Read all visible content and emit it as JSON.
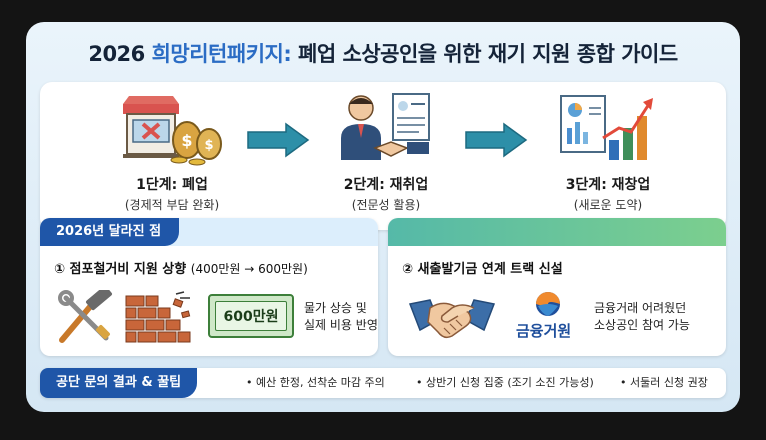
{
  "title": {
    "year": "2026",
    "brand": "희망리턴패키지:",
    "rest": "폐업 소상공인을 위한 재기 지원 종합 가이드"
  },
  "steps": [
    {
      "label": "1단계: 폐업",
      "sub": "(경제적 부담 완화)",
      "icon": "closed-store-money-icon"
    },
    {
      "label": "2단계: 재취업",
      "sub": "(전문성 활용)",
      "icon": "handshake-resume-icon"
    },
    {
      "label": "3단계: 재창업",
      "sub": "(새로운 도약)",
      "icon": "growth-chart-icon"
    }
  ],
  "changes": {
    "tab": "2026년 달라진 점",
    "item1": {
      "title_bold": "① 점포철거비 지원 상향",
      "title_normal": "(400만원 → 600만원)",
      "money": "600만원",
      "desc": [
        "물가 상승 및",
        "실제 비용 반영"
      ]
    },
    "item2": {
      "title_bold": "② 새출발기금 연계 트랙 신설",
      "logo": "금융거원",
      "desc": [
        "금융거래 어려웠던",
        "소상공인 참여 가능"
      ]
    }
  },
  "tips": {
    "tab": "공단 문의 결과 & 꿀팁",
    "items": [
      "• 예산 한정, 선착순 마감 주의",
      "• 상반기 신청 집중 (조기 소진 가능성)",
      "• 서둘러 신청 권장"
    ]
  },
  "colors": {
    "accent": "#2b6cc4",
    "tab": "#1f56a8",
    "arrow": "#2d8fa8",
    "money_green": "#3d7f3a"
  }
}
